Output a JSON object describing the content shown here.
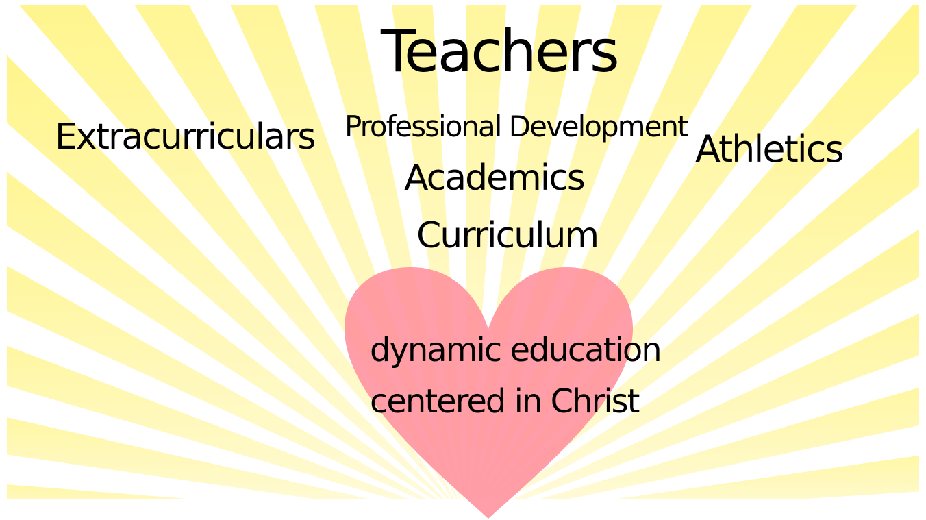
{
  "title": "Teachers",
  "labels": {
    "extracurriculars": "Extracurriculars",
    "professional_development": "Professional Development",
    "athletics": "Athletics",
    "academics": "Academics",
    "curriculum": "Curriculum"
  },
  "heart": {
    "line1": "dynamic education",
    "line2": "centered in Christ"
  },
  "colors": {
    "ray_top": "#fff04a",
    "ray_bottom": "#fffbe0",
    "heart": "#ff8f9c"
  }
}
